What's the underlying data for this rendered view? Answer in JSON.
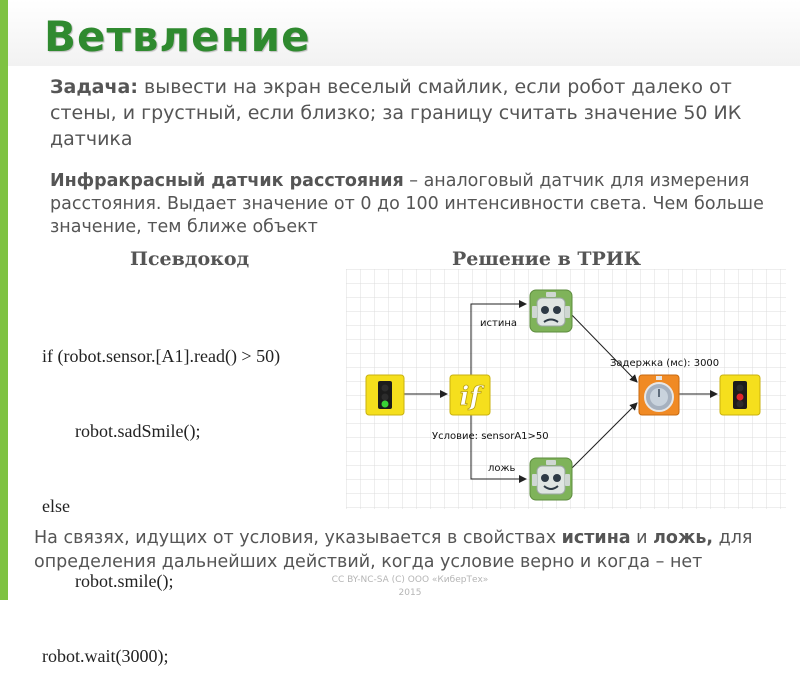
{
  "slide": {
    "title": "Ветвление",
    "task_label": "Задача:",
    "task_text": " вывести на экран веселый смайлик, если робот далеко от стены, и грустный, если близко; за границу считать значение 50 ИК датчика",
    "ir_label": "Инфракрасный датчик расстояния",
    "ir_text": " – аналоговый датчик для измерения расстояния. Выдает значение от 0 до 100 интенсивности света. Чем больше значение, тем ближе объект",
    "pseudocode_heading": "Псевдокод",
    "trik_heading": "Решение в ТРИК",
    "code_lines": [
      "if (robot.sensor.[A1].read() > 50)",
      "robot.sadSmile();",
      "else",
      "robot.smile();",
      "robot.wait(3000);"
    ],
    "note_part1": "На связях, идущих от условия, указывается в свойствах ",
    "note_true": "истина",
    "note_part2": " и ",
    "note_false": "ложь,",
    "note_part3": " для определения дальнейших действий, когда условие верно и когда – нет",
    "cc_line1": "CC BY-NC-SA (C) ООО «КиберТех»",
    "cc_line2": "2015"
  },
  "diagram": {
    "label_true": "истина",
    "label_false": "ложь",
    "label_delay": "Задержка (мс): 3000",
    "label_condition": "Условие:  sensorA1>50",
    "if_glyph": "if",
    "blocks": [
      "start-icon",
      "if-icon",
      "sad-robot-icon",
      "happy-robot-icon",
      "timer-icon",
      "end-icon"
    ]
  },
  "colors": {
    "title": "#2f8a2f",
    "accent_bar": "#7ec242",
    "block_yellow": "#f5df1d",
    "block_orange": "#f08a24",
    "block_green": "#7fb35a"
  }
}
